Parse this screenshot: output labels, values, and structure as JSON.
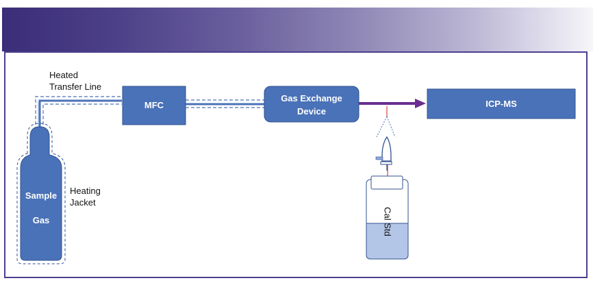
{
  "diagram": {
    "title": "",
    "nodes": {
      "sample_gas": {
        "line1": "Sample",
        "line2": "Gas"
      },
      "mfc": {
        "label": "MFC"
      },
      "gas_exchange": {
        "line1": "Gas Exchange",
        "line2": "Device"
      },
      "icp_ms": {
        "label": "ICP-MS"
      },
      "cal_std": {
        "label": "Cal Std"
      }
    },
    "annotations": {
      "heated_transfer_line": {
        "line1": "Heated",
        "line2": "Transfer Line"
      },
      "heating_jacket": {
        "line1": "Heating",
        "line2": "Jacket"
      }
    },
    "edges": [
      {
        "from": "sample_gas",
        "to": "mfc",
        "style": "heated-line"
      },
      {
        "from": "mfc",
        "to": "gas_exchange",
        "style": "heated-line"
      },
      {
        "from": "gas_exchange",
        "to": "icp_ms",
        "style": "arrow"
      },
      {
        "from": "cal_std",
        "to": "gas_exchange",
        "style": "nebulizer-spray"
      }
    ],
    "colors": {
      "header_start": "#3b2d78",
      "header_end": "#f6f6fa",
      "frame": "#4b3f8f",
      "box_fill": "#4a72b8",
      "box_border": "#2f528f",
      "arrow": "#6b2d90",
      "liquid": "#b4c6e7",
      "red_line": "#d11c1c"
    }
  }
}
